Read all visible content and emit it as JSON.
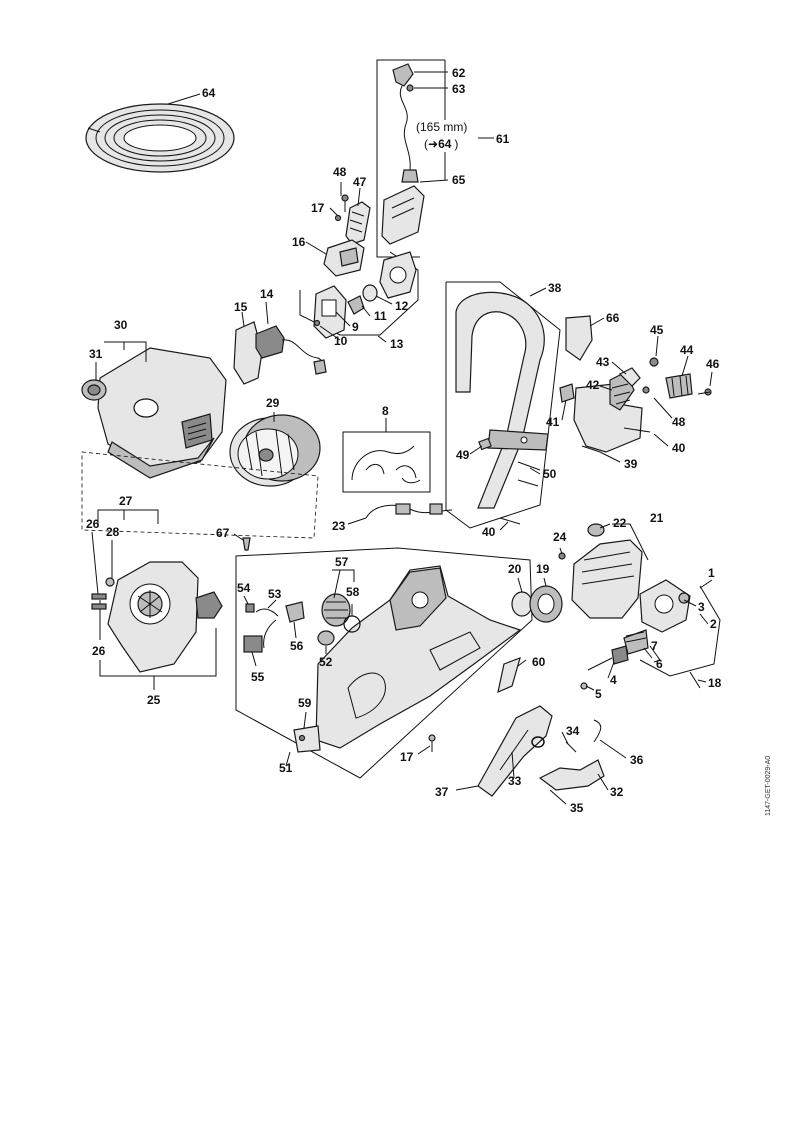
{
  "callouts": [
    "64",
    "62",
    "63",
    "61",
    "65",
    "48",
    "47",
    "17",
    "16",
    "15",
    "14",
    "13",
    "12",
    "11",
    "10",
    "9",
    "30",
    "31",
    "29",
    "38",
    "66",
    "45",
    "44",
    "46",
    "43",
    "42",
    "48",
    "41",
    "40",
    "39",
    "49",
    "50",
    "40",
    "8",
    "23",
    "27",
    "26",
    "28",
    "26",
    "25",
    "67",
    "57",
    "58",
    "54",
    "53",
    "56",
    "52",
    "55",
    "59",
    "51",
    "17",
    "24",
    "22",
    "21",
    "20",
    "19",
    "1",
    "3",
    "2",
    "7",
    "6",
    "4",
    "5",
    "18",
    "60",
    "34",
    "36",
    "37",
    "33",
    "32",
    "35"
  ],
  "fuel_line_note": {
    "length": "(165 mm)",
    "ref_arrow": "➜",
    "ref_part": "64",
    "paren_open": "(",
    "paren_close": ")"
  },
  "document_id": "1147-GET-0029-A0"
}
